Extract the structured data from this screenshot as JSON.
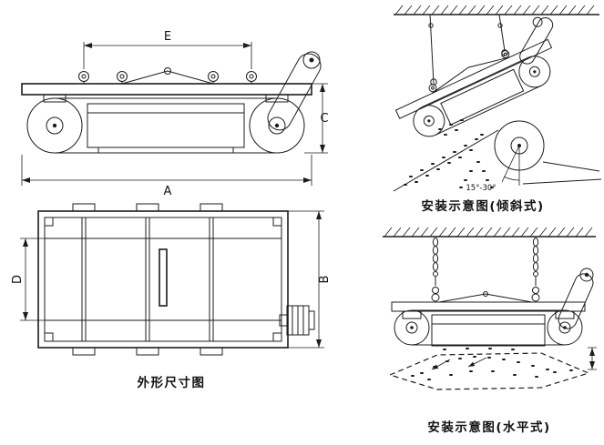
{
  "page": {
    "background": "#ffffff",
    "line_color": "#1c1c1c"
  },
  "side_view": {
    "dim_e": "E",
    "dim_a": "A",
    "dim_c": "C"
  },
  "plan_view": {
    "dim_d": "D",
    "dim_b": "B",
    "caption": "外形尺寸图"
  },
  "inclined_install": {
    "caption": "安装示意图(倾斜式)",
    "angle_label": "15°-30°"
  },
  "horizontal_install": {
    "caption": "安装示意图(水平式)"
  }
}
